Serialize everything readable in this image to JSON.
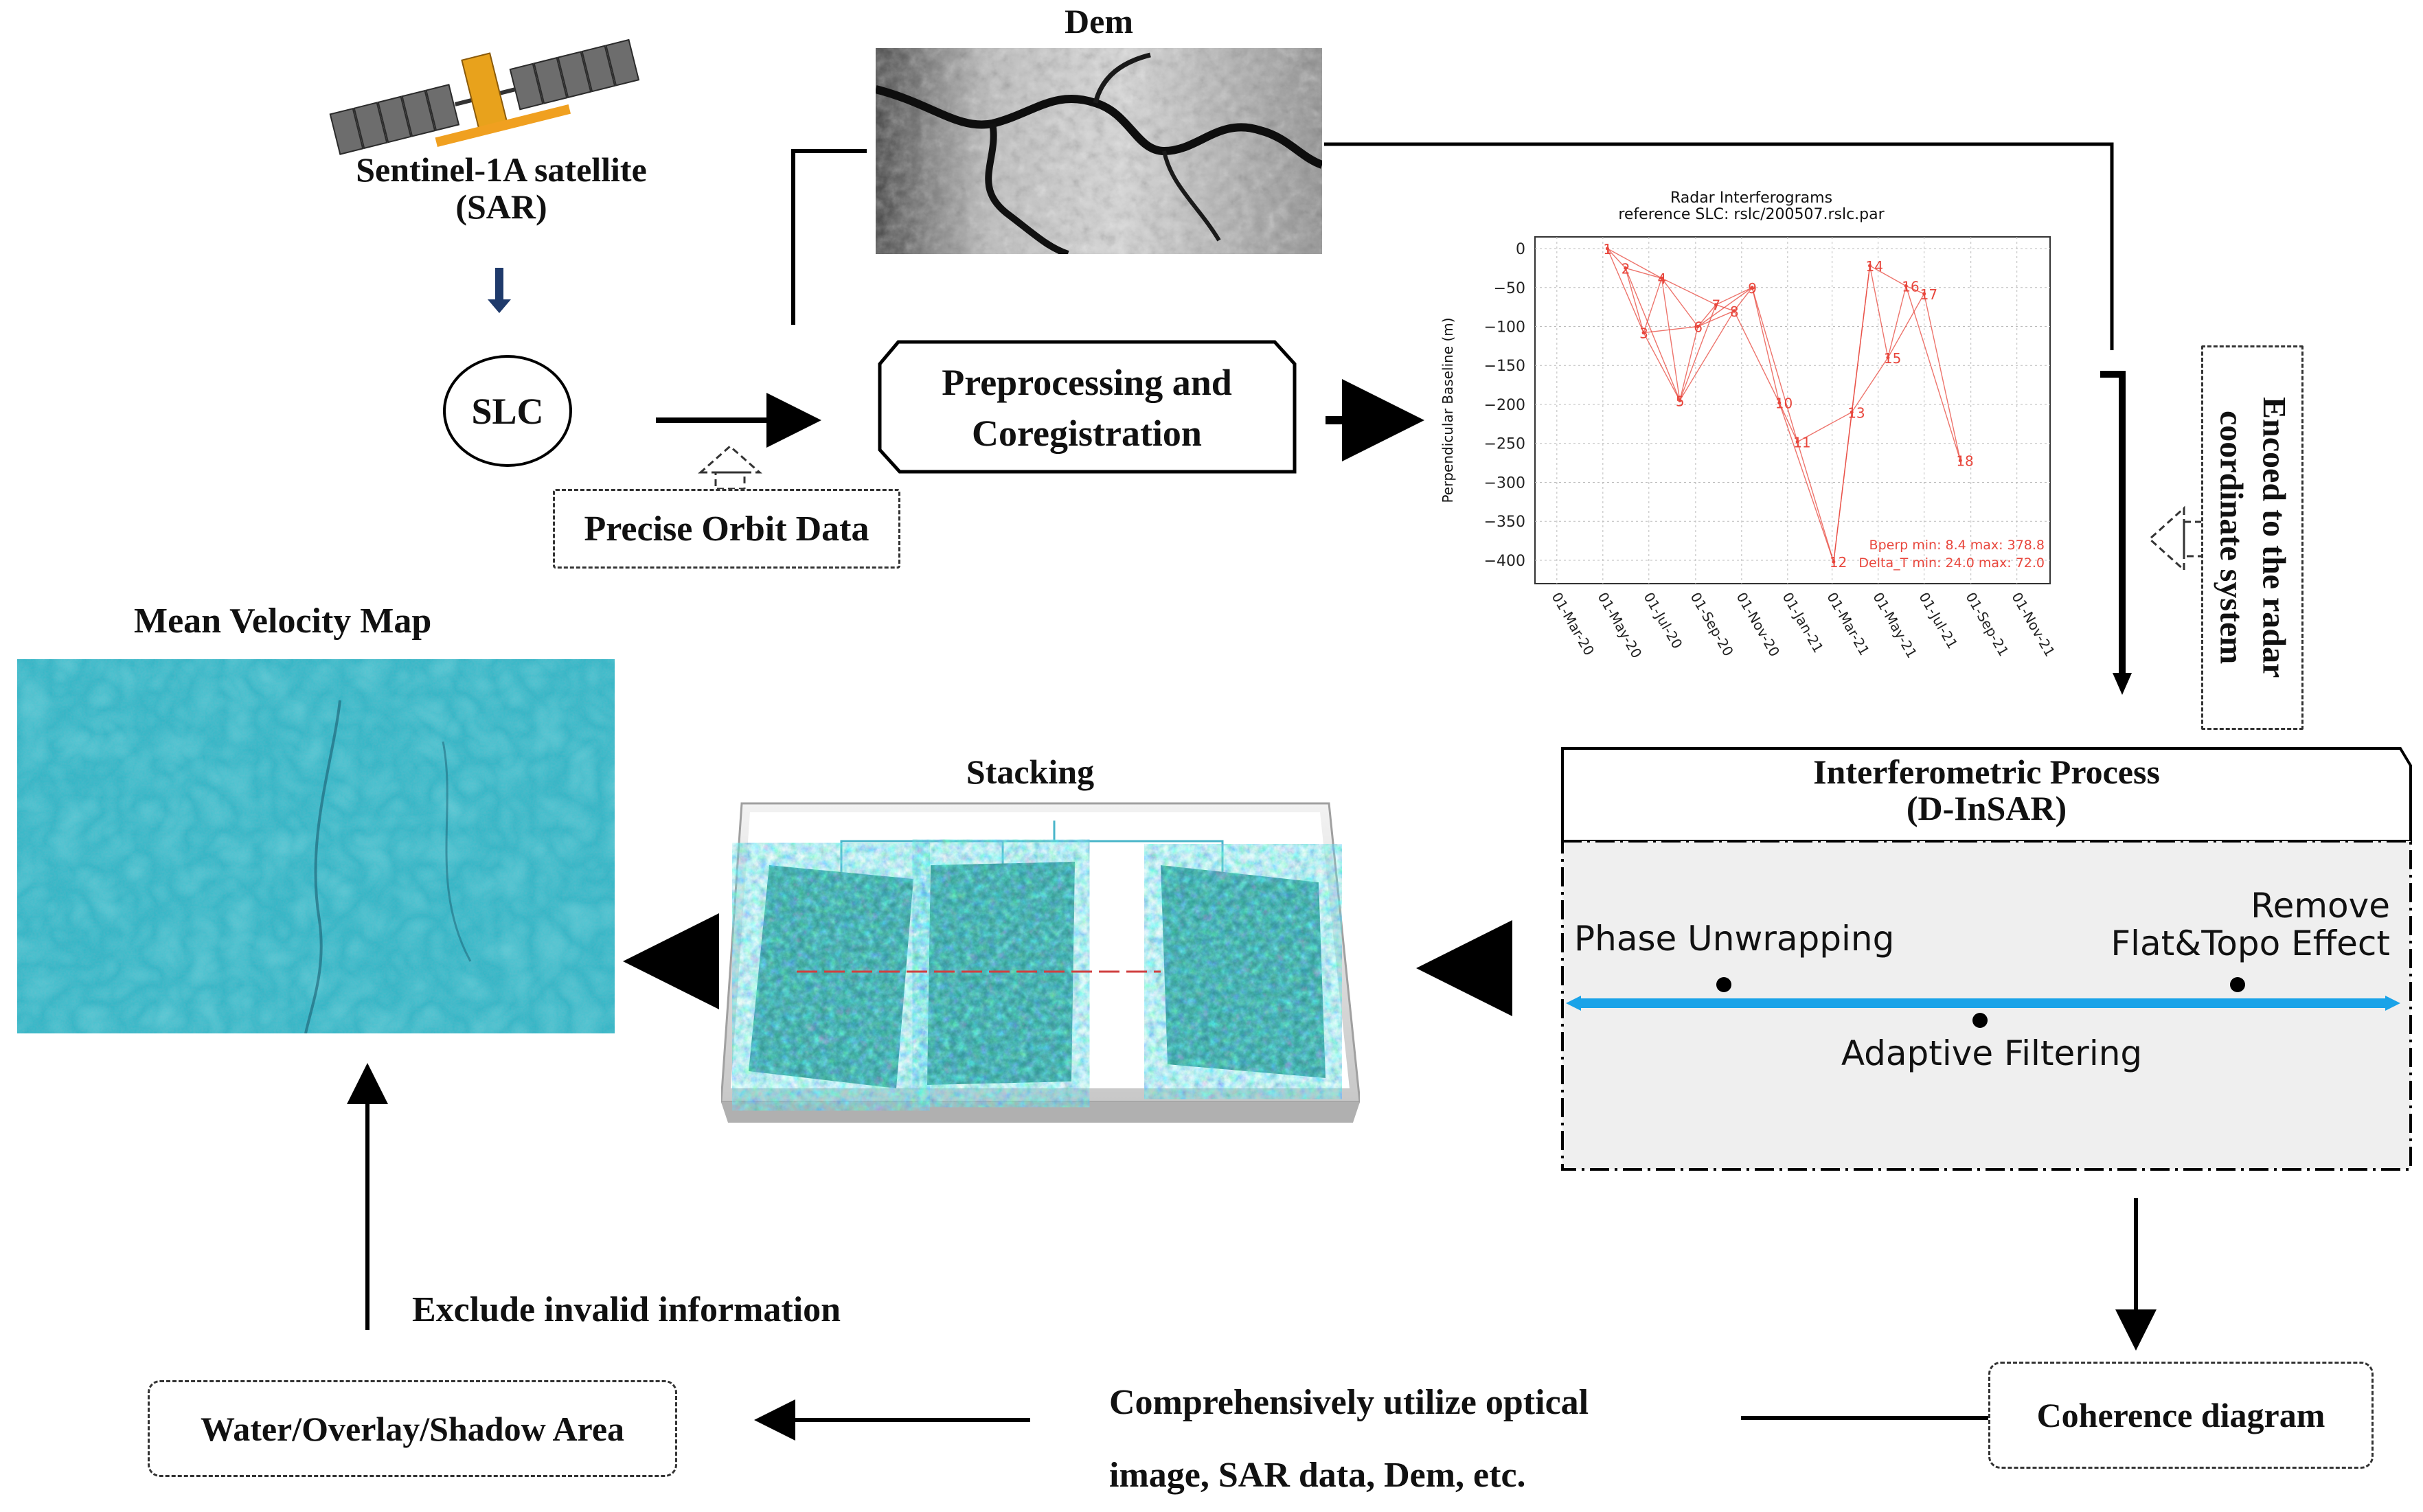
{
  "satellite": {
    "title": "Sentinel-1A satellite",
    "subtitle": "(SAR)"
  },
  "slc": {
    "label": "SLC"
  },
  "orbit": {
    "label": "Precise Orbit Data"
  },
  "dem": {
    "title": "Dem"
  },
  "preprocessing": {
    "line1": "Preprocessing and",
    "line2": "Coregistration"
  },
  "encode": {
    "line1": "Encoed to the radar",
    "line2": "coordinate system"
  },
  "interferogram_plot": {
    "title": "Radar Interferograms",
    "subtitle": "reference SLC: rslc/200507.rslc.par",
    "ylabel": "Perpendicular Baseline (m)",
    "stats_line1": "Bperp  min:   8.4  max:  378.8",
    "stats_line2": "Delta_T min:  24.0  max:   72.0"
  },
  "chart_data": {
    "type": "scatter",
    "title": "Radar Interferograms",
    "subtitle": "reference SLC: rslc/200507.rslc.par",
    "xlabel": "",
    "ylabel": "Perpendicular Baseline (m)",
    "x_ticks": [
      "01-Mar-20",
      "01-May-20",
      "01-Jul-20",
      "01-Sep-20",
      "01-Nov-20",
      "01-Jan-21",
      "01-Mar-21",
      "01-May-21",
      "01-Jul-21",
      "01-Sep-21",
      "01-Nov-21"
    ],
    "y_ticks": [
      0,
      -50,
      -100,
      -150,
      -200,
      -250,
      -300,
      -350,
      -400
    ],
    "ylim": [
      -430,
      15
    ],
    "grid": true,
    "points": [
      {
        "label": "1",
        "x": "2020-05-07",
        "y": 0
      },
      {
        "label": "2",
        "x": "2020-05-31",
        "y": -25
      },
      {
        "label": "3",
        "x": "2020-06-24",
        "y": -108
      },
      {
        "label": "4",
        "x": "2020-07-18",
        "y": -38
      },
      {
        "label": "5",
        "x": "2020-08-11",
        "y": -195
      },
      {
        "label": "6",
        "x": "2020-09-04",
        "y": -100
      },
      {
        "label": "7",
        "x": "2020-09-28",
        "y": -72
      },
      {
        "label": "8",
        "x": "2020-10-22",
        "y": -80
      },
      {
        "label": "9",
        "x": "2020-11-15",
        "y": -50
      },
      {
        "label": "10",
        "x": "2020-12-21",
        "y": -198
      },
      {
        "label": "11",
        "x": "2021-01-14",
        "y": -248
      },
      {
        "label": "12",
        "x": "2021-03-03",
        "y": -402
      },
      {
        "label": "13",
        "x": "2021-03-27",
        "y": -210
      },
      {
        "label": "14",
        "x": "2021-04-20",
        "y": -22
      },
      {
        "label": "15",
        "x": "2021-05-14",
        "y": -140
      },
      {
        "label": "16",
        "x": "2021-06-07",
        "y": -48
      },
      {
        "label": "17",
        "x": "2021-07-01",
        "y": -58
      },
      {
        "label": "18",
        "x": "2021-08-18",
        "y": -272
      }
    ],
    "edges": [
      [
        1,
        2
      ],
      [
        1,
        3
      ],
      [
        1,
        4
      ],
      [
        2,
        3
      ],
      [
        2,
        4
      ],
      [
        2,
        5
      ],
      [
        3,
        4
      ],
      [
        3,
        5
      ],
      [
        3,
        6
      ],
      [
        4,
        5
      ],
      [
        4,
        6
      ],
      [
        4,
        7
      ],
      [
        5,
        6
      ],
      [
        5,
        7
      ],
      [
        5,
        8
      ],
      [
        6,
        7
      ],
      [
        6,
        8
      ],
      [
        6,
        9
      ],
      [
        7,
        8
      ],
      [
        7,
        9
      ],
      [
        8,
        9
      ],
      [
        8,
        10
      ],
      [
        9,
        10
      ],
      [
        9,
        11
      ],
      [
        10,
        11
      ],
      [
        10,
        12
      ],
      [
        11,
        12
      ],
      [
        11,
        13
      ],
      [
        12,
        13
      ],
      [
        12,
        14
      ],
      [
        13,
        14
      ],
      [
        13,
        15
      ],
      [
        14,
        15
      ],
      [
        14,
        16
      ],
      [
        15,
        16
      ],
      [
        15,
        17
      ],
      [
        16,
        17
      ],
      [
        16,
        18
      ],
      [
        17,
        18
      ]
    ]
  },
  "mean_velocity": {
    "title": "Mean Velocity Map"
  },
  "stacking": {
    "title": "Stacking"
  },
  "interferometric": {
    "title": "Interferometric Process",
    "subtitle": "(D-InSAR)",
    "phase_unwrapping": "Phase Unwrapping",
    "remove_line1": "Remove",
    "remove_line2": "Flat&Topo Effect",
    "adaptive_filtering": "Adaptive Filtering"
  },
  "coherence": {
    "label": "Coherence diagram"
  },
  "utilize": {
    "line1": "Comprehensively utilize optical",
    "line2": "image, SAR data, Dem, etc."
  },
  "water": {
    "label": "Water/Overlay/Shadow Area"
  },
  "exclude": {
    "label": "Exclude invalid information"
  },
  "colors": {
    "accent_blue": "#1aa3e8",
    "arrow": "#000000",
    "plot_red": "#e8463c",
    "velocity_cyan": "#29b6c6"
  }
}
